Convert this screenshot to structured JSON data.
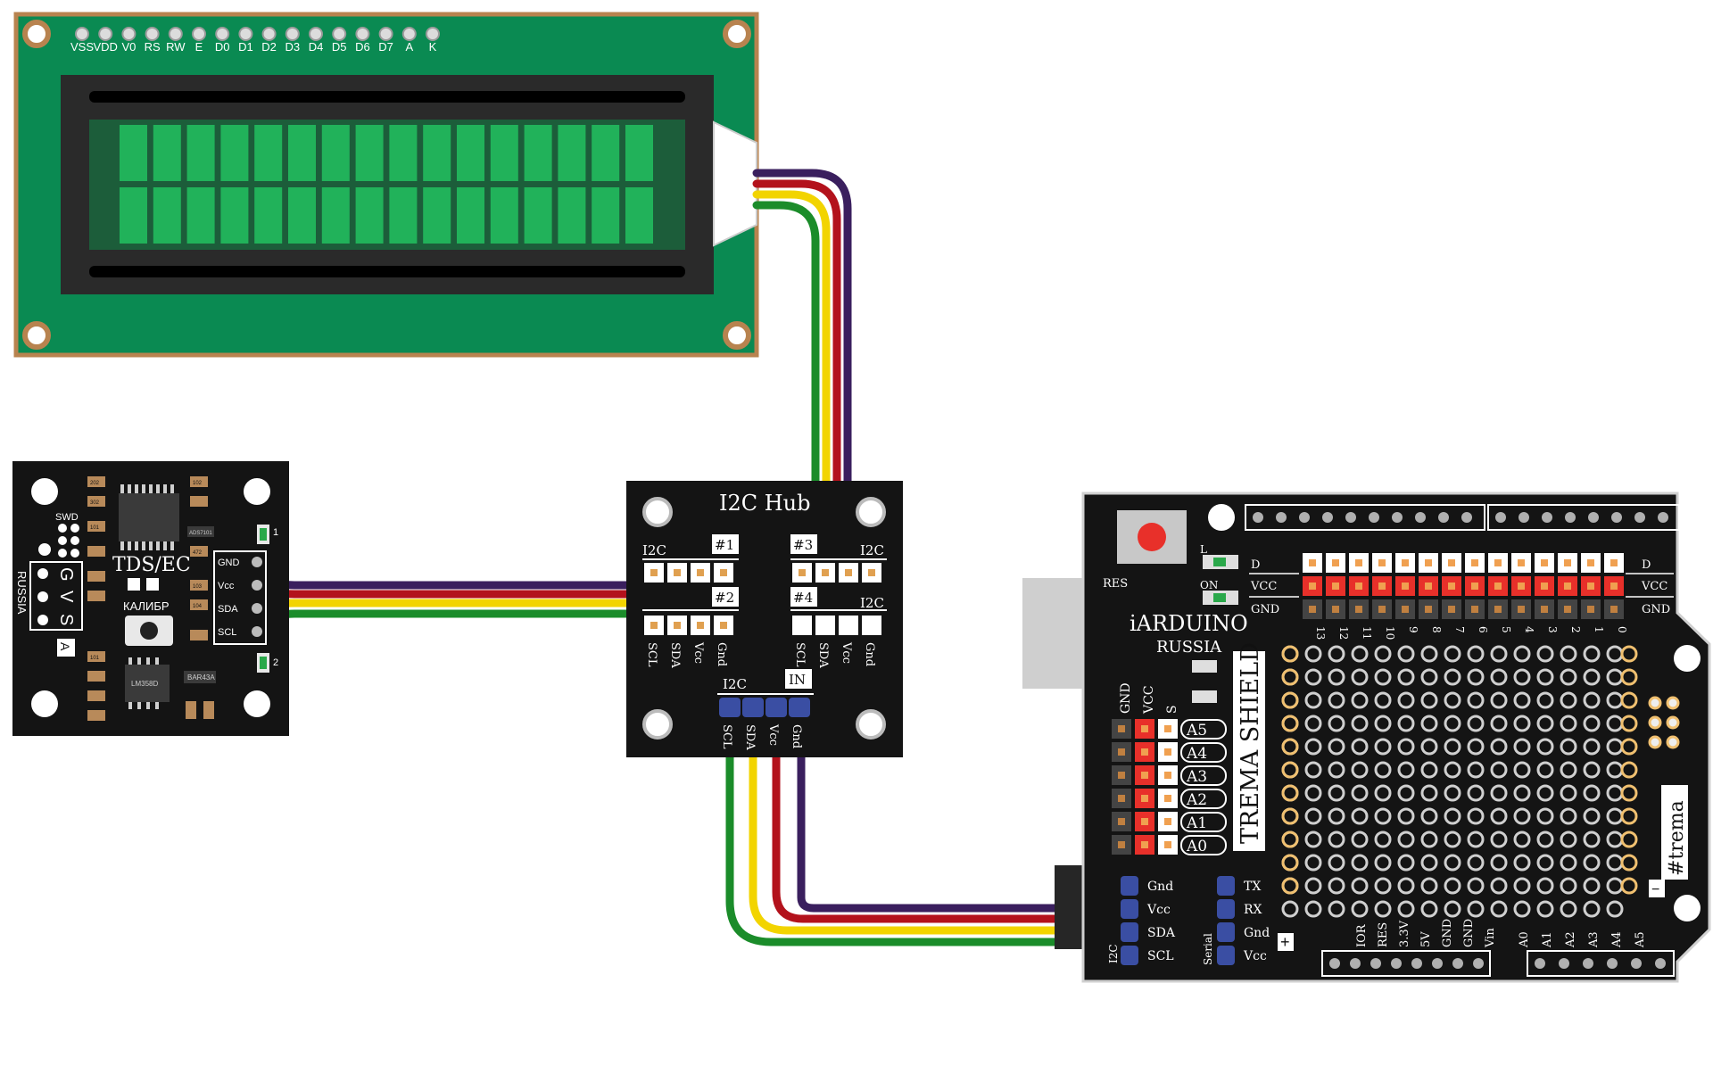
{
  "colors": {
    "wire_purple": "#3a1f5e",
    "wire_red": "#b3121c",
    "wire_yellow": "#f2d400",
    "wire_green": "#1b8c2a",
    "lcd_board": "#0a8a52",
    "lcd_pixel": "#21b25a",
    "module_black": "#141414",
    "header_blue": "#3a4ea3",
    "pin_red": "#e8302a"
  },
  "lcd": {
    "pins": [
      "VSS",
      "VDD",
      "V0",
      "RS",
      "RW",
      "E",
      "D0",
      "D1",
      "D2",
      "D3",
      "D4",
      "D5",
      "D6",
      "D7",
      "A",
      "K"
    ]
  },
  "tds": {
    "title": "TDS/EC",
    "swd": "SWD",
    "calib": "КАЛИБР",
    "russia": "RUSSIA",
    "gvs": [
      "G",
      "V",
      "S"
    ],
    "a_mark": "A",
    "pins": [
      "GND",
      "Vcc",
      "SDA",
      "SCL"
    ],
    "num1": "1",
    "num2": "2",
    "chips": [
      "LM358D",
      "BAR43A",
      "ADS7101"
    ],
    "smd_labels": [
      "202",
      "302",
      "101",
      "472",
      "103",
      "104",
      "101",
      "102"
    ]
  },
  "hub": {
    "title": "I2C Hub",
    "i2c_label": "I2C",
    "port1": "#1",
    "port2": "#2",
    "port3": "#3",
    "port4": "#4",
    "in_label": "IN",
    "pins": [
      "SCL",
      "SDA",
      "Vcc",
      "Gnd"
    ]
  },
  "shield": {
    "brand": "iARDUINO",
    "country": "RUSSIA",
    "name": "TREMA SHIELD",
    "trema": "#trema",
    "res": "RES",
    "led_l": "L",
    "led_on": "ON",
    "row_d": "D",
    "row_vcc": "VCC",
    "row_gnd": "GND",
    "digital_pins": [
      "13",
      "12",
      "11",
      "10",
      "9",
      "8",
      "7",
      "6",
      "5",
      "4",
      "3",
      "2",
      "1",
      "0"
    ],
    "analog_head": [
      "GND",
      "VCC",
      "S"
    ],
    "analog_pins": [
      "A5",
      "A4",
      "A3",
      "A2",
      "A1",
      "A0"
    ],
    "i2c_side": "I2C",
    "i2c_pins": [
      "Gnd",
      "Vcc",
      "SDA",
      "SCL"
    ],
    "serial_side": "Serial",
    "serial_pins": [
      "TX",
      "RX",
      "Gnd",
      "Vcc"
    ],
    "power_pins": [
      "IOR",
      "RES",
      "3.3V",
      "5V",
      "GND",
      "GND",
      "Vin"
    ],
    "bottom_analog": [
      "A0",
      "A1",
      "A2",
      "A3",
      "A4",
      "A5"
    ],
    "plus": "+",
    "minus": "−"
  }
}
